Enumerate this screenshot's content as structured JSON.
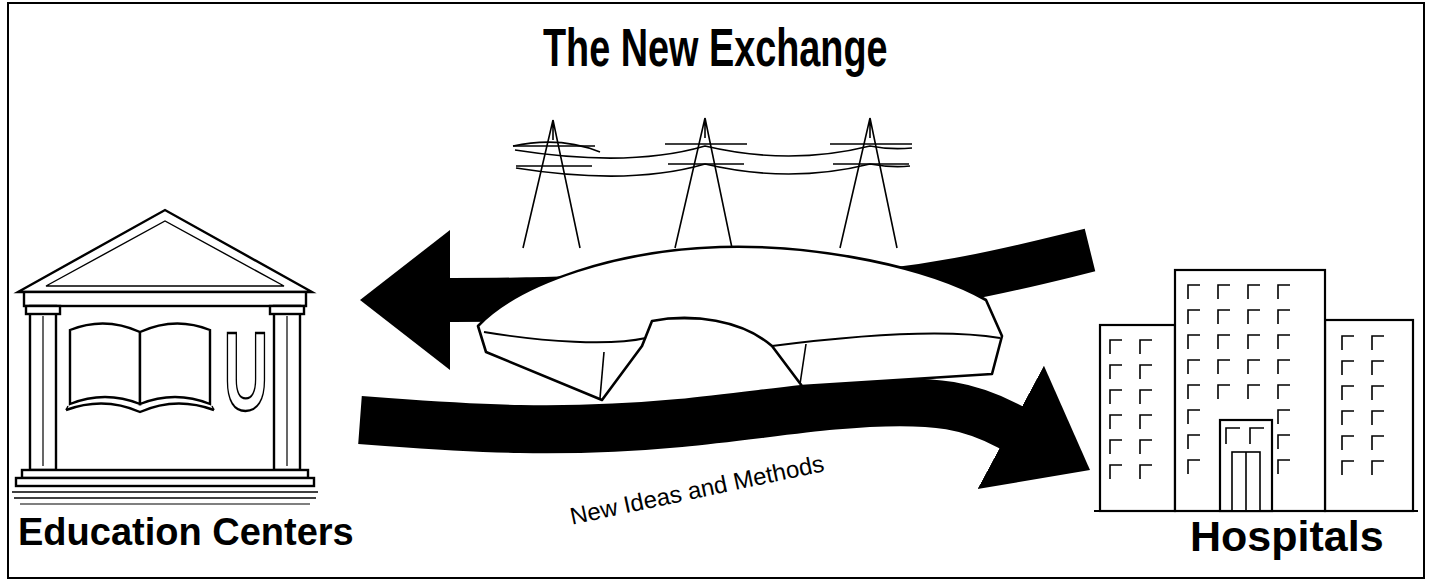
{
  "diagram": {
    "title": "The New Exchange",
    "nodes": [
      {
        "text": [
          "Education Centers"
        ]
      },
      {
        "text": [
          "Hospitals"
        ]
      }
    ],
    "edges": [
      {
        "from": 1,
        "to": 0,
        "arrow": "to"
      },
      {
        "from": 0,
        "to": 1,
        "label": "New Ideas and Methods",
        "arrow": "to"
      }
    ],
    "labels": [
      "U"
    ]
  }
}
